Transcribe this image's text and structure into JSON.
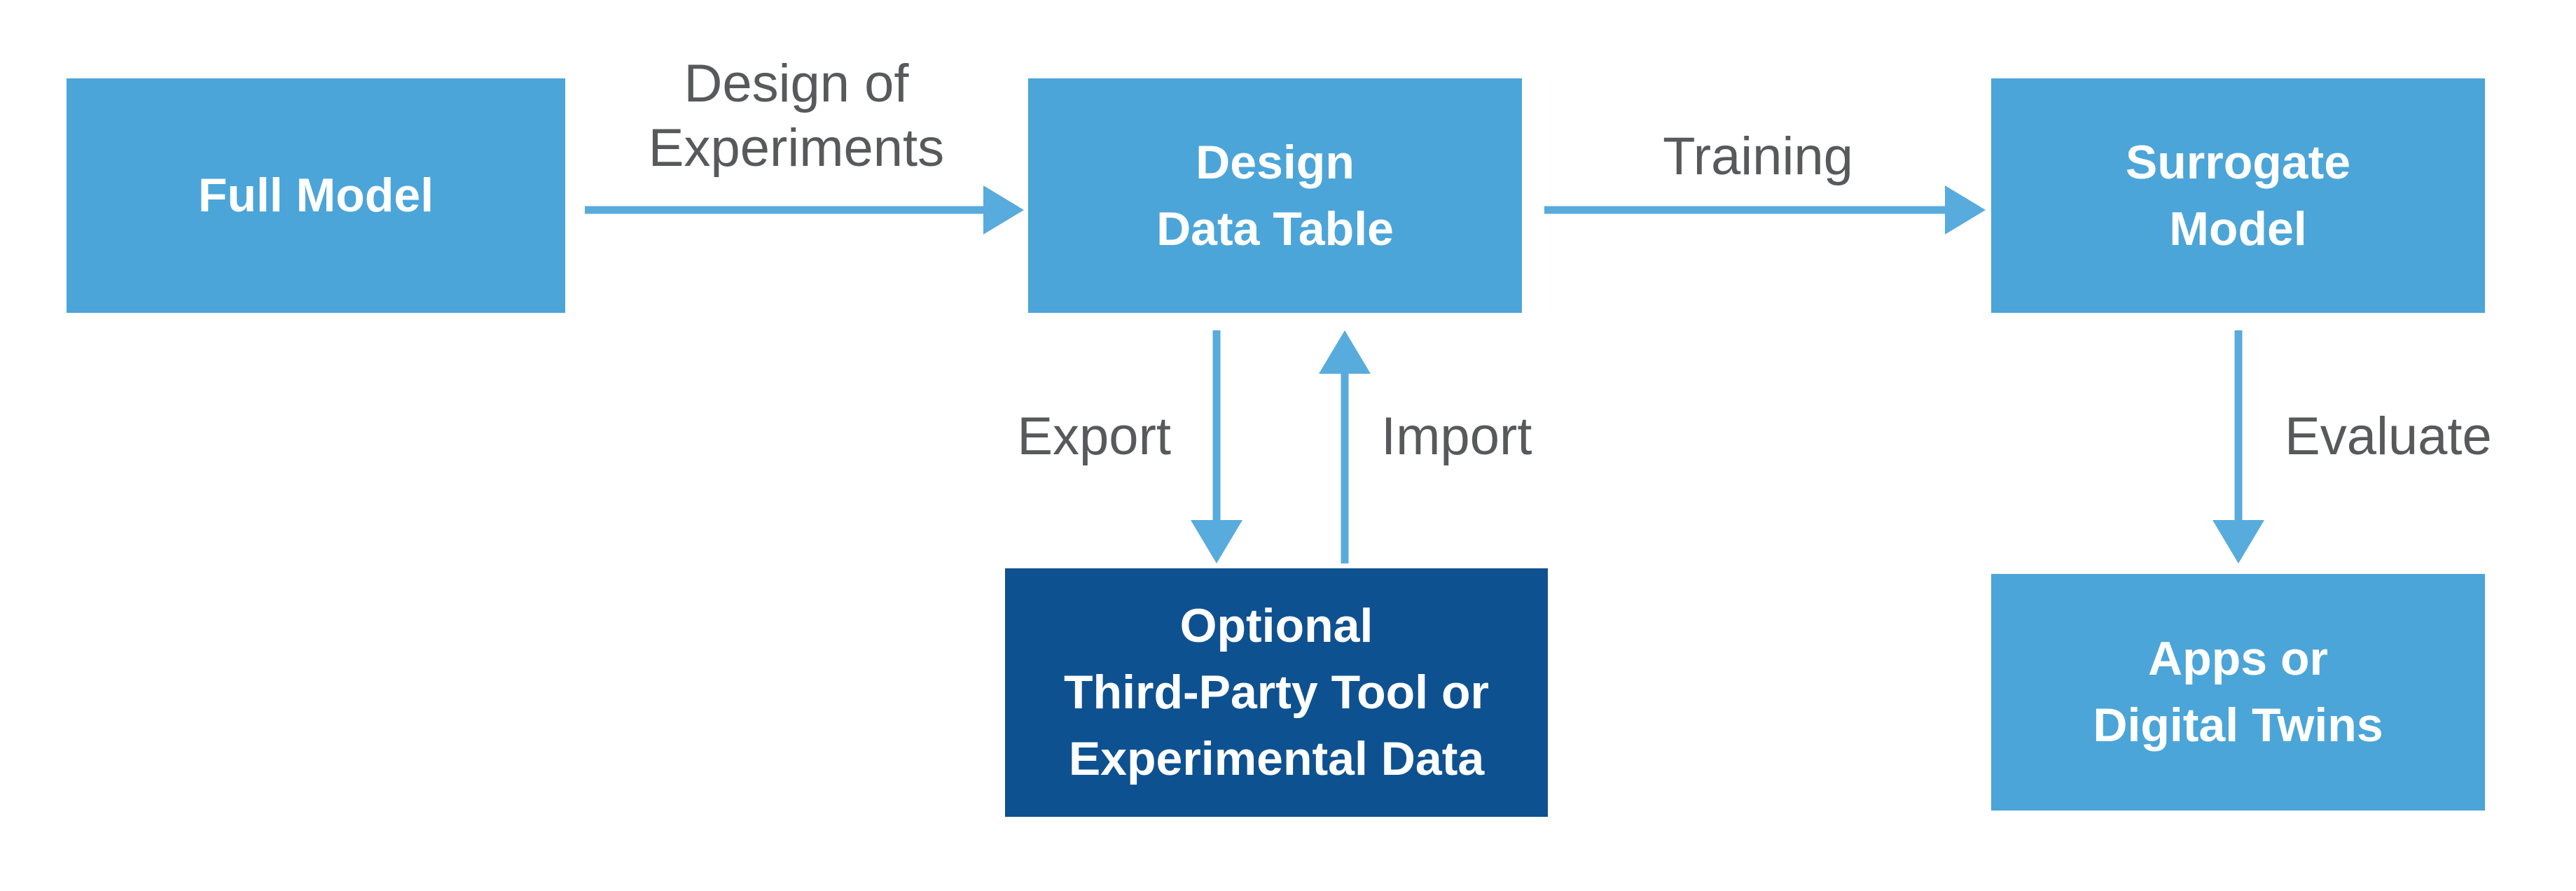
{
  "colors": {
    "light-blue": "#4BA5D8",
    "dark-blue": "#0E5191",
    "arrow-blue": "#58ABDD",
    "label-gray": "#58595B",
    "node-text": "#FFFFFF",
    "bg": "#FFFFFF"
  },
  "nodes": {
    "full_model": {
      "label": "Full Model"
    },
    "design_data_table": {
      "label": "Design\nData Table"
    },
    "surrogate_model": {
      "label": "Surrogate\nModel"
    },
    "third_party": {
      "label": "Optional\nThird-Party Tool or\nExperimental Data"
    },
    "apps": {
      "label": "Apps or\nDigital Twins"
    }
  },
  "edges": {
    "design_of_experiments": {
      "label": "Design of\nExperiments"
    },
    "training": {
      "label": "Training"
    },
    "export": {
      "label": "Export"
    },
    "import": {
      "label": "Import"
    },
    "evaluate": {
      "label": "Evaluate"
    }
  }
}
